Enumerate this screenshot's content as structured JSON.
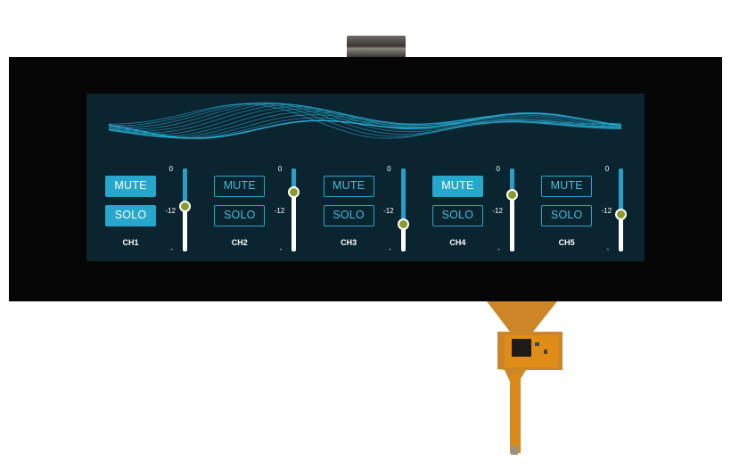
{
  "screen": {
    "scale": {
      "top": "0",
      "mid": "-12",
      "bottom": "-"
    },
    "buttons": {
      "mute": "MUTE",
      "solo": "SOLO"
    },
    "channels": [
      {
        "label": "CH1",
        "mute_on": true,
        "solo_on": true,
        "level": 0.55
      },
      {
        "label": "CH2",
        "mute_on": false,
        "solo_on": false,
        "level": 0.72
      },
      {
        "label": "CH3",
        "mute_on": false,
        "solo_on": false,
        "level": 0.33
      },
      {
        "label": "CH4",
        "mute_on": true,
        "solo_on": false,
        "level": 0.69
      },
      {
        "label": "CH5",
        "mute_on": false,
        "solo_on": false,
        "level": 0.45
      }
    ]
  },
  "colors": {
    "accent": "#27a7cc",
    "screen_bg": "#0a2430",
    "knob": "#8c9a2c",
    "bezel": "#060606",
    "flex": "#d8850f"
  }
}
